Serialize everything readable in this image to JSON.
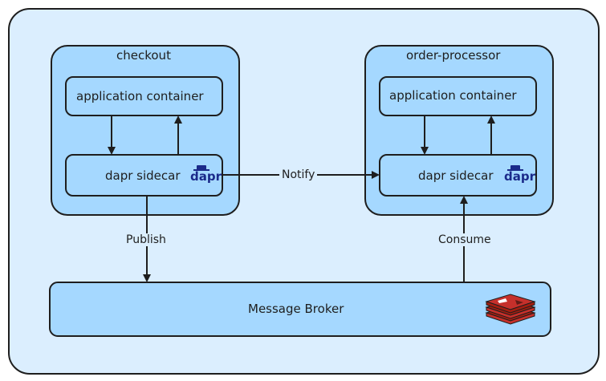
{
  "colors": {
    "outer_fill": "#dbeefe",
    "service_fill": "#a5d8ff",
    "stroke": "#1e1e1e",
    "dapr_blue": "#1b2a8a",
    "redis_red": "#c6302b"
  },
  "services": {
    "checkout": {
      "title": "checkout",
      "app_label": "application container",
      "sidecar_label": "dapr sidecar",
      "logo": "dapr"
    },
    "order_processor": {
      "title": "order-processor",
      "app_label": "application container",
      "sidecar_label": "dapr sidecar",
      "logo": "dapr"
    }
  },
  "broker": {
    "label": "Message Broker",
    "icon": "redis-icon"
  },
  "edges": {
    "notify": "Notify",
    "publish": "Publish",
    "consume": "Consume"
  }
}
